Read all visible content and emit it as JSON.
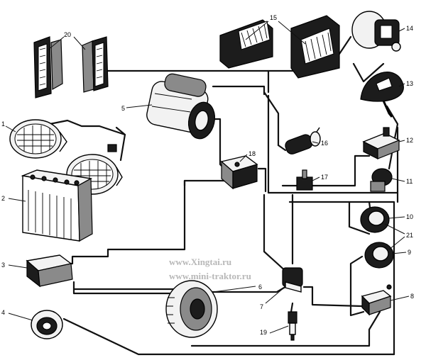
{
  "labels": {
    "l1": "1",
    "l2": "2",
    "l3": "3",
    "l4": "4",
    "l5": "5",
    "l6": "6",
    "l7": "7",
    "l8": "8",
    "l9": "9",
    "l10": "10",
    "l11": "11",
    "l12": "12",
    "l13": "13",
    "l14": "14",
    "l15": "15",
    "l16": "16",
    "l17": "17",
    "l18": "18",
    "l19": "19",
    "l20": "20",
    "l21": "21"
  },
  "watermark": {
    "line1": "www.Xingtai.ru",
    "line2": "www.mini-traktor.ru"
  }
}
